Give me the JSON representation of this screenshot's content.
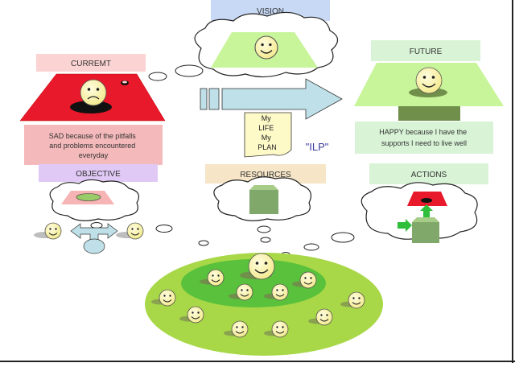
{
  "labels": {
    "current": "CURREMT",
    "vision": "VISION",
    "future": "FUTURE",
    "objective": "OBJECTIVE",
    "resources": "RESOURCES",
    "actions": "ACTIONS"
  },
  "current_text": [
    "SAD because of the pitfalls",
    "and problems encountered",
    "everyday"
  ],
  "future_text": [
    "HAPPY because I have the",
    "supports I need to live well"
  ],
  "plan_note": [
    "My",
    "LIFE",
    "My",
    "PLAN"
  ],
  "ilp_label": "\"ILP\"",
  "colors": {
    "current_red": "#e8192b",
    "future_green": "#c8f59a",
    "vision_green": "#c8f59a",
    "arrow_blue": "#bfe0e8",
    "label_pink": "#fbd3d3",
    "label_blue": "#c7d9f5",
    "label_green": "#d8f3d6",
    "label_purple": "#e0c9f5",
    "label_tan": "#f6e5c6",
    "face_yellow": "#fbf6b8",
    "ground_green": "#a8d848"
  }
}
